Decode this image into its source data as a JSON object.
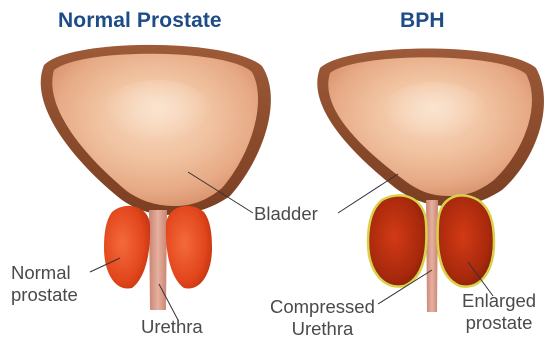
{
  "titles": {
    "normal": "Normal Prostate",
    "bph": "BPH"
  },
  "labels": {
    "bladder": "Bladder",
    "normal_prostate": [
      "Normal",
      "prostate"
    ],
    "urethra": "Urethra",
    "compressed_urethra": [
      "Compressed",
      "Urethra"
    ],
    "enlarged_prostate": [
      "Enlarged",
      "prostate"
    ]
  },
  "colors": {
    "title": "#1e4c87",
    "label_text": "#4a4a4a",
    "leader_line": "#333333",
    "bladder_wall": "#8a4a2c",
    "bladder_interior": "#f1c6a6",
    "urethra": "#d99a86",
    "normal_prostate": "#e0481e",
    "enlarged_prostate": "#b8300f",
    "enlarged_prostate_edge": "#d8d24a"
  }
}
